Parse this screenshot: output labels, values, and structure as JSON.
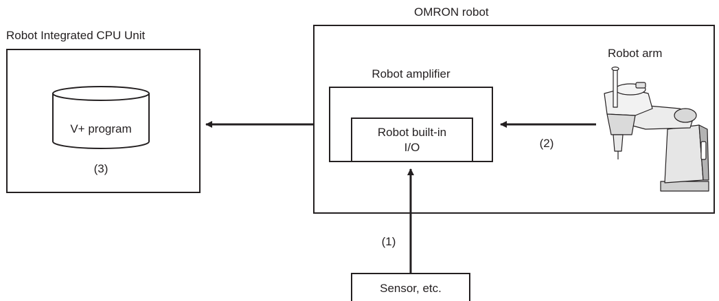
{
  "cpu_unit": {
    "title": "Robot Integrated CPU Unit",
    "program_label": "V+ program",
    "step_label": "(3)"
  },
  "omron_robot": {
    "title": "OMRON robot"
  },
  "amplifier": {
    "title": "Robot amplifier",
    "io_line1": "Robot built-in",
    "io_line2": "I/O"
  },
  "robot_arm": {
    "title": "Robot arm",
    "step_label": "(2)",
    "icon": "scara-robot-arm-icon"
  },
  "sensor": {
    "label": "Sensor, etc.",
    "step_label": "(1)"
  },
  "colors": {
    "line": "#231f20",
    "robot_body": "#e6e6e6",
    "robot_shade": "#b3b3b3"
  }
}
